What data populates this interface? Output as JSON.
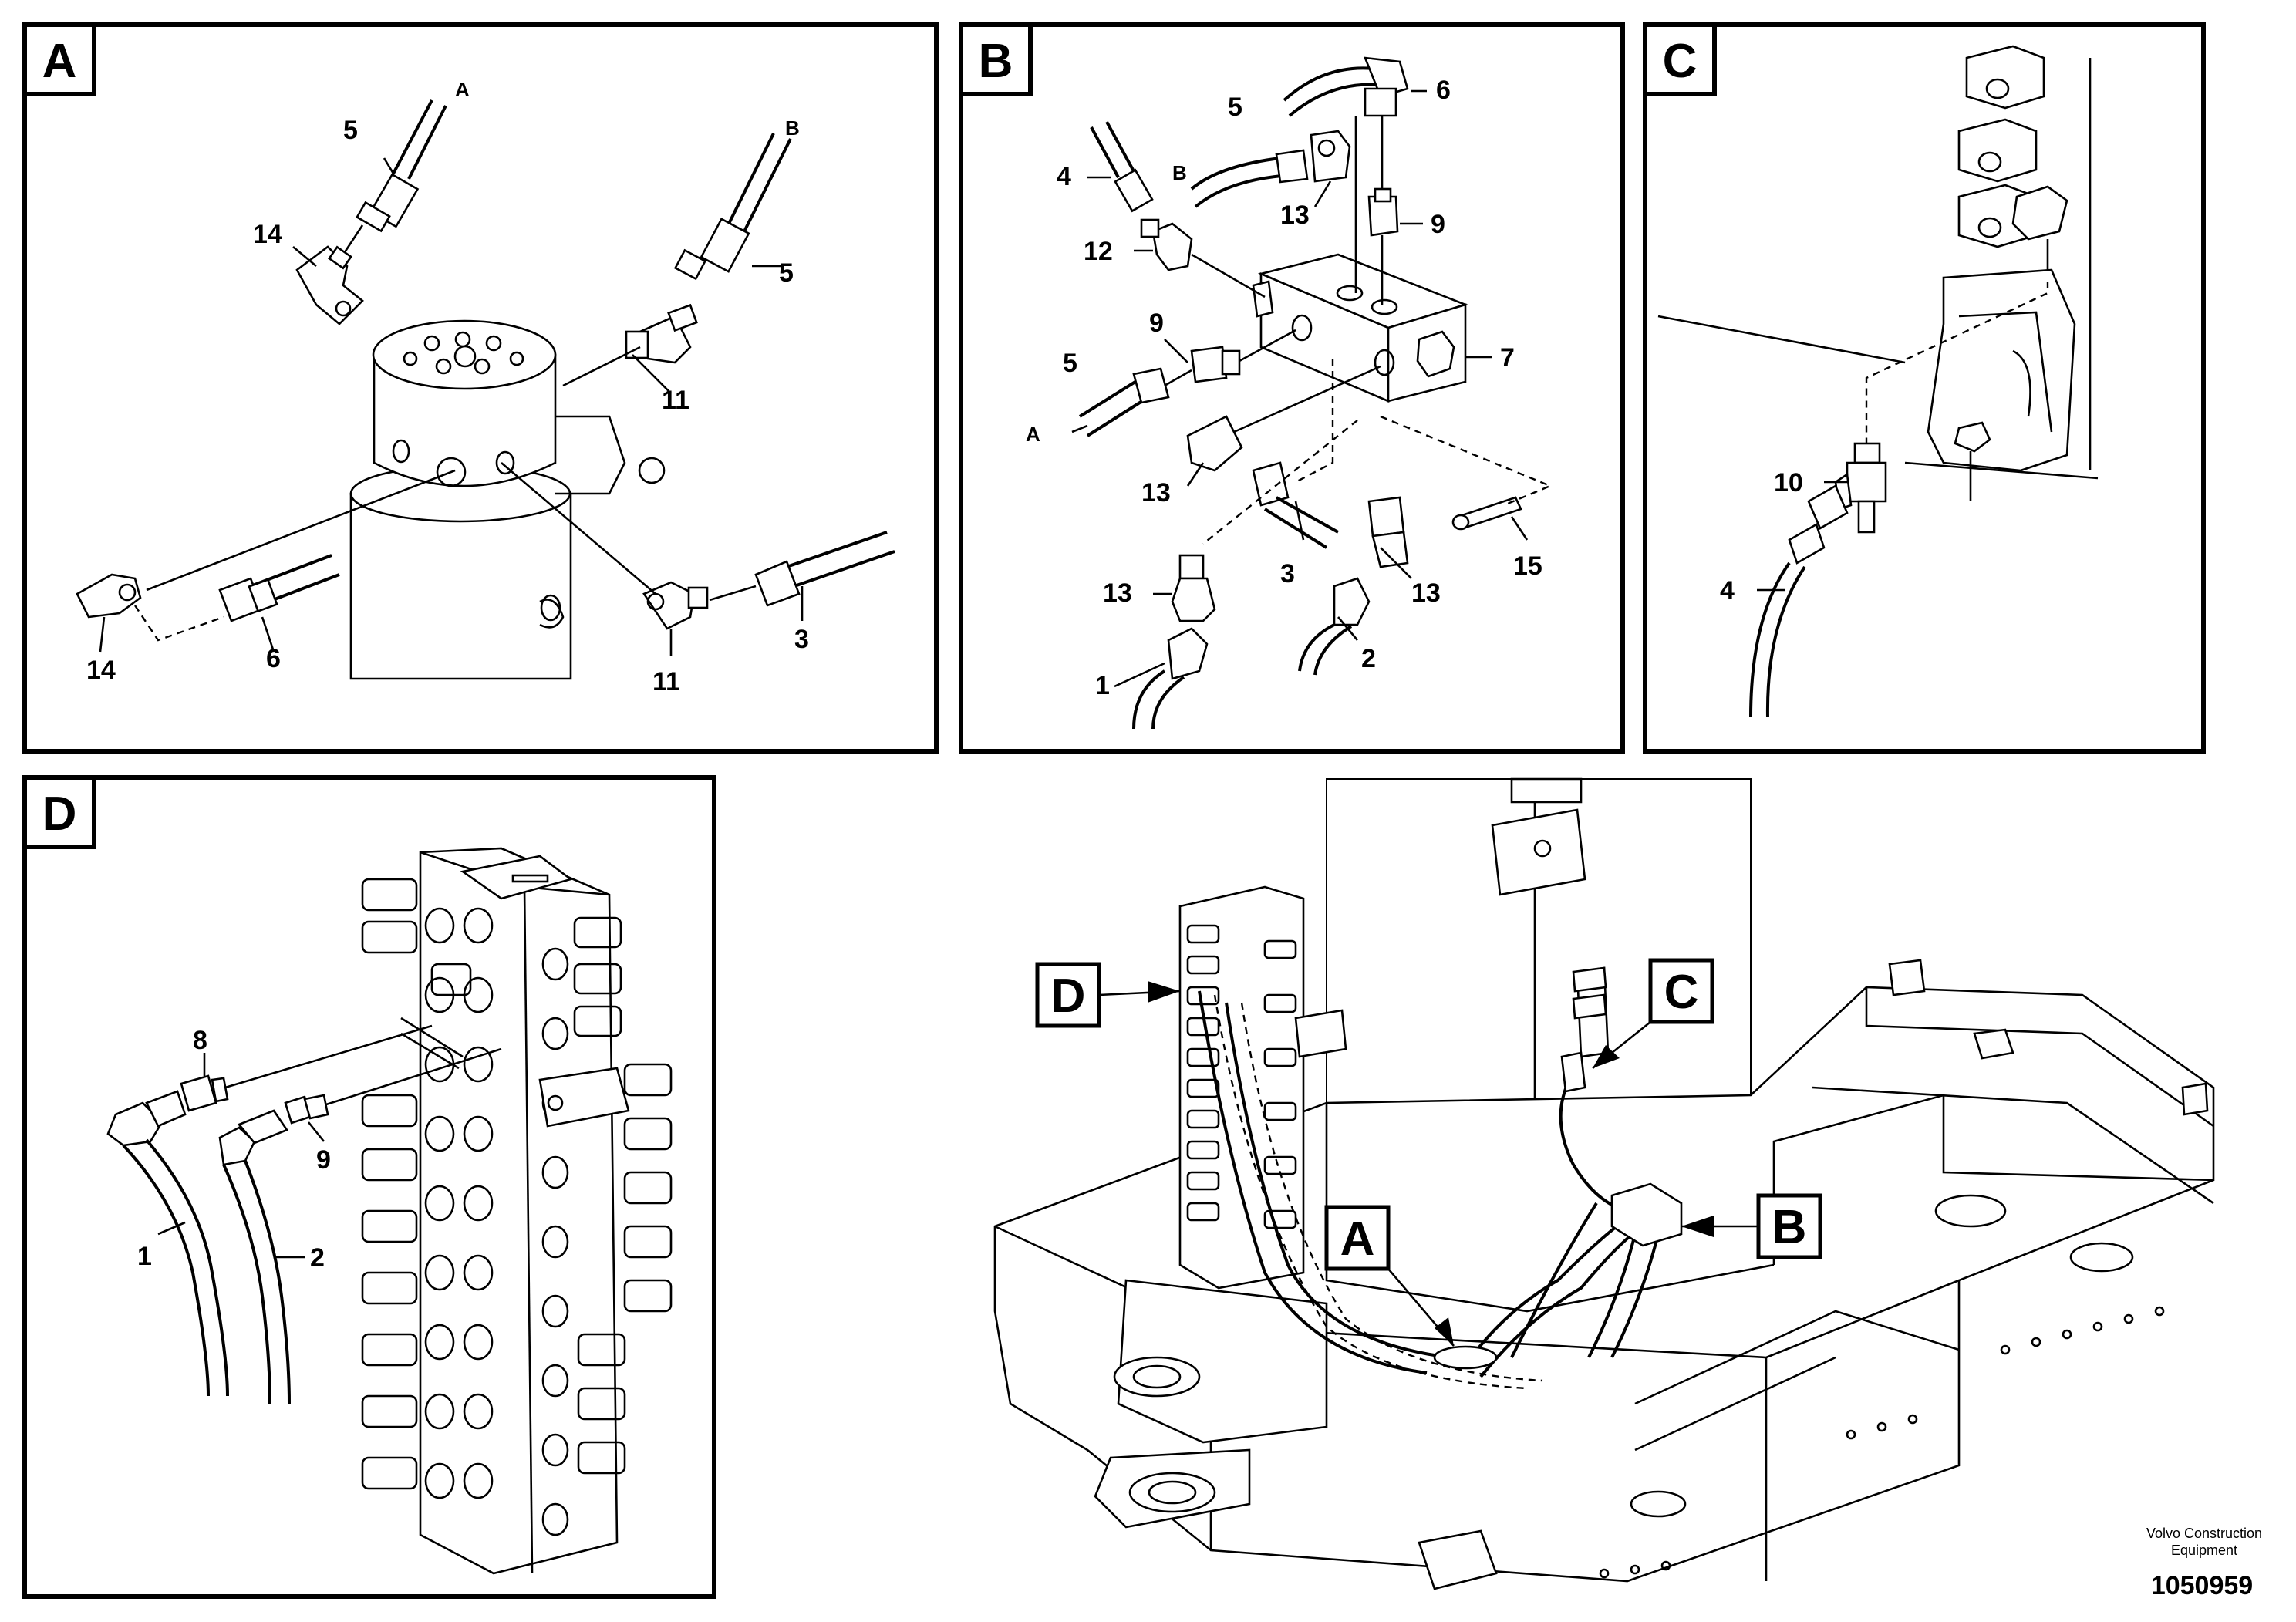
{
  "panels": [
    {
      "id": "A",
      "callouts": [
        "5",
        "A",
        "14",
        "B",
        "5",
        "11",
        "14",
        "6",
        "11",
        "3"
      ]
    },
    {
      "id": "B",
      "callouts": [
        "6",
        "5",
        "B",
        "4",
        "13",
        "9",
        "12",
        "9",
        "7",
        "5",
        "A",
        "13",
        "3",
        "13",
        "13",
        "15",
        "1",
        "2"
      ]
    },
    {
      "id": "C",
      "callouts": [
        "10",
        "4"
      ]
    },
    {
      "id": "D",
      "callouts": [
        "8",
        "9",
        "1",
        "2"
      ]
    }
  ],
  "overview": {
    "pointers": [
      "D",
      "C",
      "A",
      "B"
    ]
  },
  "footer": {
    "company_line1": "Volvo Construction",
    "company_line2": "Equipment",
    "doc_number": "1050959"
  }
}
